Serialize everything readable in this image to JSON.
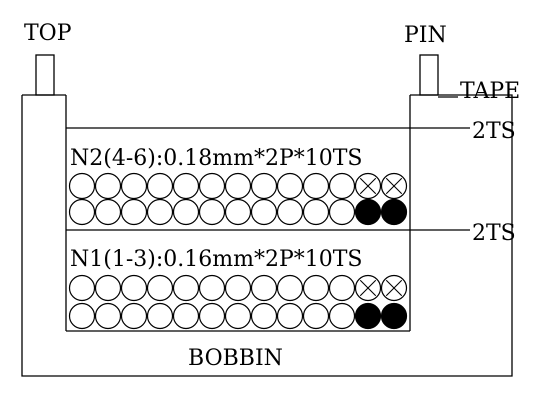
{
  "labels": {
    "top": "TOP",
    "pin": "PIN",
    "tape": "TAPE",
    "bobbin": "BOBBIN",
    "tape_layers_top": "2TS",
    "tape_layers_mid": "2TS"
  },
  "windings": [
    {
      "label": "N2(4-6):0.18mm*2P*10TS",
      "rows": [
        {
          "open": 11,
          "crossed": 2,
          "filled": 0
        },
        {
          "open": 11,
          "crossed": 0,
          "filled": 2
        }
      ]
    },
    {
      "label": "N1(1-3):0.16mm*2P*10TS",
      "rows": [
        {
          "open": 11,
          "crossed": 2,
          "filled": 0
        },
        {
          "open": 11,
          "crossed": 0,
          "filled": 2
        }
      ]
    }
  ]
}
